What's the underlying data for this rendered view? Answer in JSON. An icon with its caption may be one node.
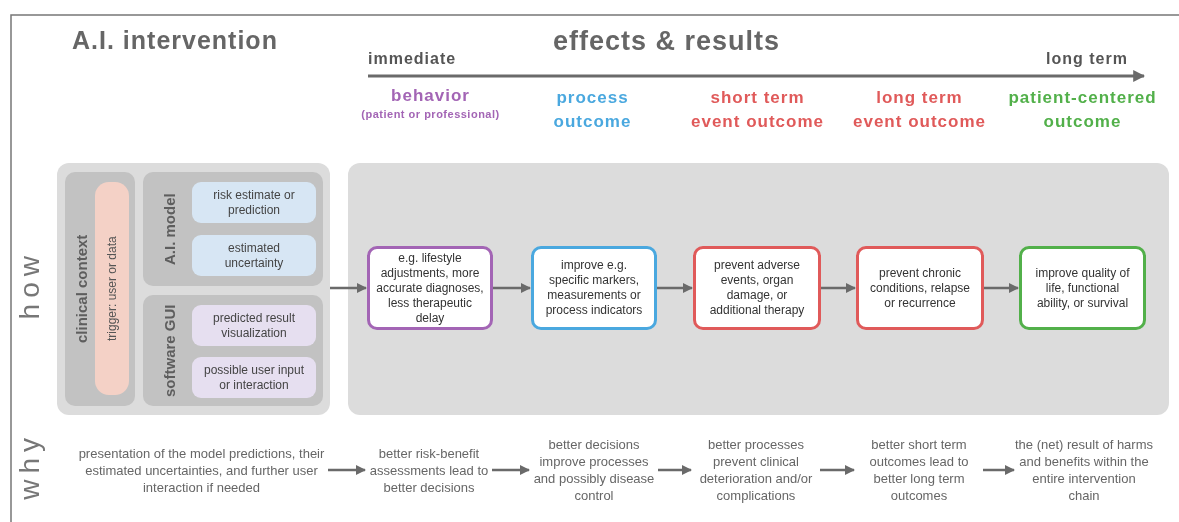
{
  "diagram": {
    "nodes": [
      {
        "text": [],
        "shape": "box"
      },
      {
        "text": [
          "clinical context"
        ],
        "in": 0
      },
      {
        "text": [
          "trigger: user or data"
        ],
        "in": 1
      },
      {
        "text": [
          "A.I. model"
        ],
        "in": 0
      },
      {
        "text": [
          "risk estimate or prediction"
        ],
        "in": 3
      },
      {
        "text": [
          "estimated uncertainty"
        ],
        "in": 3
      },
      {
        "text": [
          "software GUI"
        ],
        "in": 0
      },
      {
        "text": [
          "predicted result visualization"
        ],
        "in": 6
      },
      {
        "text": [
          "possible user input or interaction"
        ],
        "in": 6
      },
      {
        "text": [],
        "shape": "box"
      },
      {
        "text": [
          "e.g. lifestyle adjustments, more accurate diagnoses, less therapeutic delay"
        ],
        "in": 9
      },
      {
        "text": [
          "improve e.g. specific markers, measurements or process indicators"
        ],
        "in": 9
      },
      {
        "text": [
          "prevent adverse events, organ damage, or additional therapy"
        ],
        "in": 9
      },
      {
        "text": [
          "prevent chronic conditions, relapse or recurrence"
        ],
        "in": 9
      },
      {
        "text": [
          "improve quality of life, functional ability, or survival"
        ],
        "in": 9
      },
      {
        "text": [
          "presentation of the model predictions, their estimated uncertainties, and further user interaction if needed"
        ]
      },
      {
        "text": [
          "better risk-benefit assessments lead to better decisions"
        ]
      },
      {
        "text": [
          "better decisions improve processes and possibly disease control"
        ]
      },
      {
        "text": [
          "better processes prevent clinical deterioration and/or complications"
        ]
      },
      {
        "text": [
          "better short term outcomes lead to better long term outcomes"
        ]
      },
      {
        "text": [
          "the (net) result of harms and benefits within the entire intervention chain"
        ]
      }
    ],
    "edges": [
      {
        "from": 0,
        "to": 10,
        "arrow": "to"
      },
      {
        "from": 10,
        "to": 11,
        "arrow": "to"
      },
      {
        "from": 11,
        "to": 12,
        "arrow": "to"
      },
      {
        "from": 12,
        "to": 13,
        "arrow": "to"
      },
      {
        "from": 13,
        "to": 14,
        "arrow": "to"
      },
      {
        "from": 15,
        "to": 16,
        "arrow": "to"
      },
      {
        "from": 16,
        "to": 17,
        "arrow": "to"
      },
      {
        "from": 17,
        "to": 18,
        "arrow": "to"
      },
      {
        "from": 18,
        "to": 19,
        "arrow": "to"
      },
      {
        "from": 19,
        "to": 20,
        "arrow": "to"
      }
    ],
    "labels": [
      "A.I. intervention",
      "effects & results",
      "immediate",
      "long term",
      "behavior",
      "(patient or professional)",
      "process outcome",
      "short term event outcome",
      "long term event outcome",
      "patient-centered outcome",
      "how",
      "why"
    ]
  }
}
